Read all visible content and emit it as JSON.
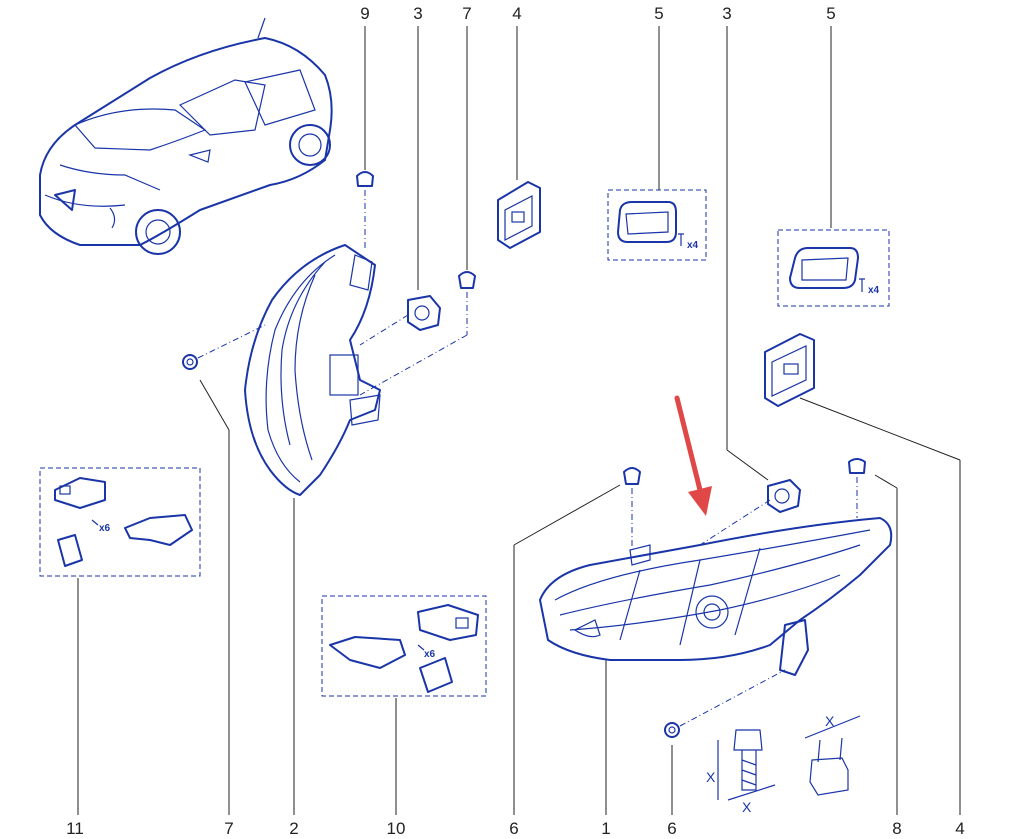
{
  "callouts": {
    "c9": "9",
    "c3a": "3",
    "c7a": "7",
    "c4a": "4",
    "c5a": "5",
    "c3b": "3",
    "c5b": "5",
    "c11": "11",
    "c7b": "7",
    "c2": "2",
    "c10": "10",
    "c6a": "6",
    "c1": "1",
    "c6b": "6",
    "c8": "8",
    "c4b": "4"
  },
  "quantities": {
    "q_seal_a": "x4",
    "q_seal_b": "x4",
    "q_kit11": "x6",
    "q_kit10": "x6"
  },
  "dimensions": {
    "d1": "X",
    "d2": "X",
    "d3": "X"
  },
  "colors": {
    "line": "#1a35a8",
    "arrow": "#e04848",
    "leader": "#222222"
  }
}
